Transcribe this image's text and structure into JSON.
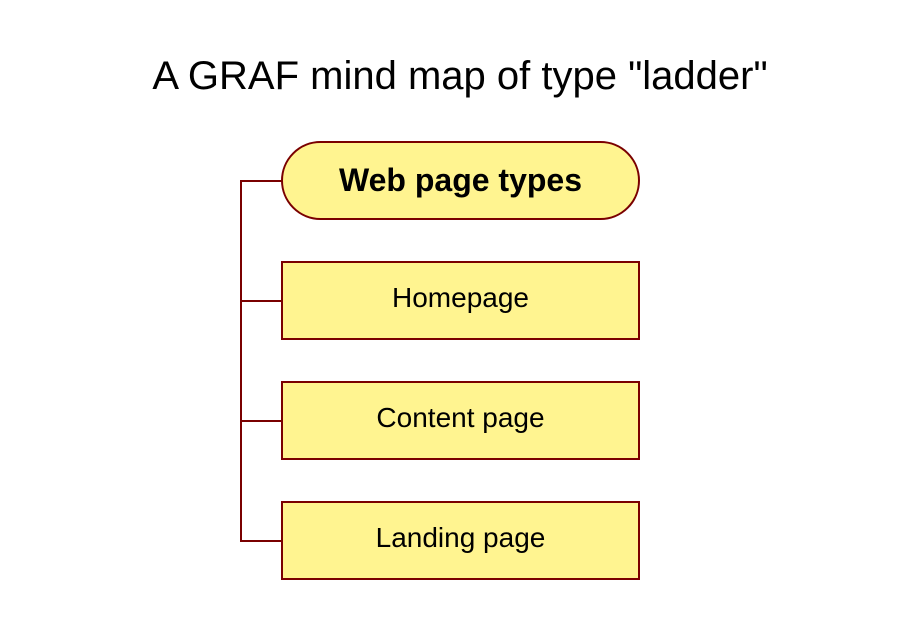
{
  "title": "A GRAF mind map of type \"ladder\"",
  "root": {
    "label": "Web page types"
  },
  "children": [
    {
      "label": "Homepage"
    },
    {
      "label": "Content page"
    },
    {
      "label": "Landing page"
    }
  ],
  "colors": {
    "node_fill": "#fff490",
    "node_border": "#7a0000",
    "connector": "#7a0000"
  }
}
